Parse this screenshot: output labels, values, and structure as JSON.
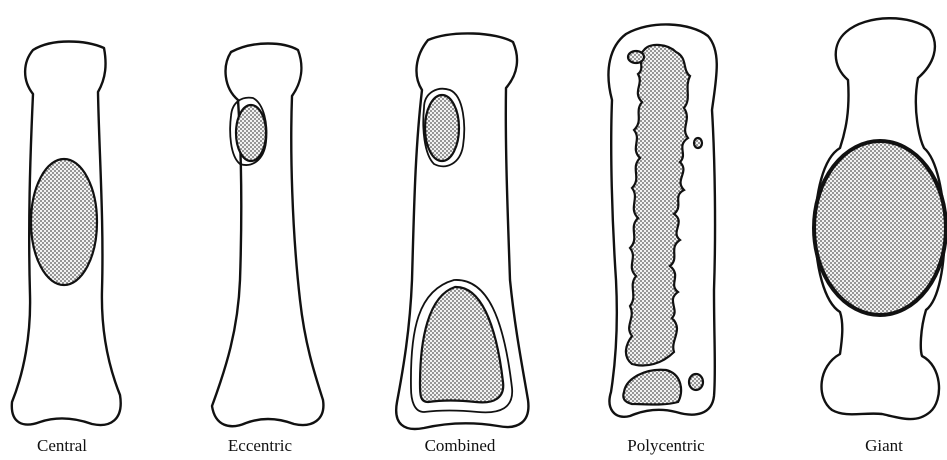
{
  "labels": {
    "central": "Central",
    "eccentric": "Eccentric",
    "combined": "Combined",
    "polycentric": "Polycentric",
    "giant": "Giant"
  },
  "colors": {
    "outline": "#111111",
    "lesion_dots": "#555555",
    "background": "#ffffff"
  }
}
